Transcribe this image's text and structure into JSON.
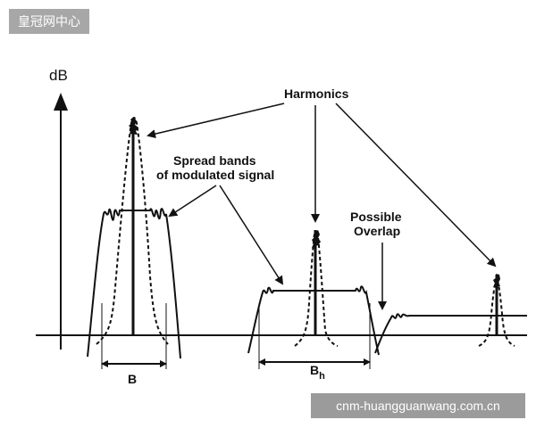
{
  "badge_text": "皇冠网中心",
  "watermark_text": "cnm-huangguanwang.com.cn",
  "axis": {
    "y_label": "dB"
  },
  "labels": {
    "harmonics": "Harmonics",
    "spread_line1": "Spread bands",
    "spread_line2": "of modulated signal",
    "possible": "Possible",
    "overlap": "Overlap",
    "bandwidth_main": "B",
    "bandwidth_harmonic_base": "B",
    "bandwidth_harmonic_sub": "h"
  },
  "colors": {
    "ink": "#111111",
    "badge_bg": "#a7a7a7",
    "watermark_bg": "#9b9b9b"
  }
}
